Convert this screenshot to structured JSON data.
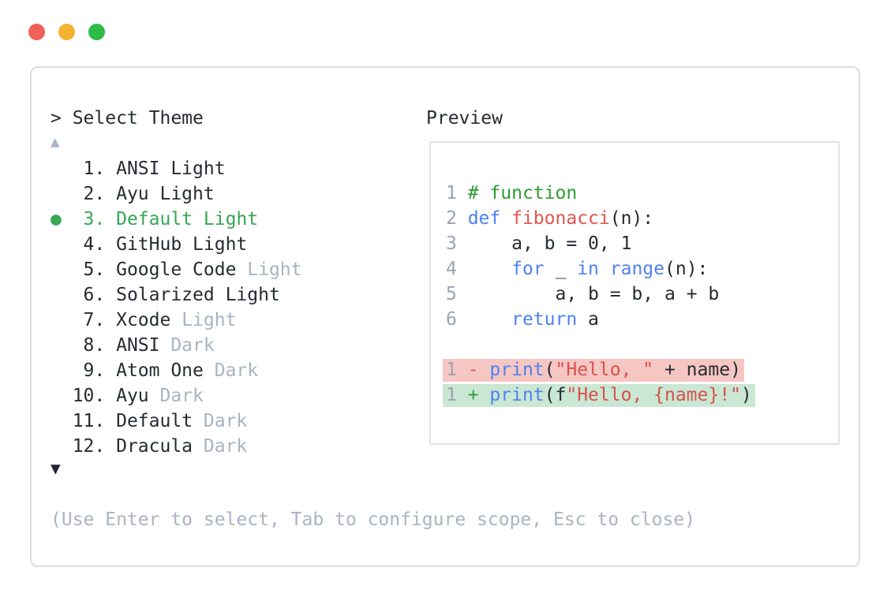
{
  "window": {
    "traffic_lights": [
      {
        "name": "close-button",
        "color_key": "light_red"
      },
      {
        "name": "minimize-button",
        "color_key": "light_yellow"
      },
      {
        "name": "zoom-button",
        "color_key": "light_green"
      }
    ]
  },
  "theme_picker": {
    "prompt": "> Select Theme",
    "scroll_up_indicator": "▲",
    "scroll_down_indicator": "▼",
    "selected_bullet": "●",
    "items": [
      {
        "number": " 1",
        "selected": false,
        "parts": [
          {
            "text": "ANSI Light",
            "dim": false
          }
        ]
      },
      {
        "number": " 2",
        "selected": false,
        "parts": [
          {
            "text": "Ayu Light",
            "dim": false
          }
        ]
      },
      {
        "number": " 3",
        "selected": true,
        "parts": [
          {
            "text": "Default Light",
            "dim": false
          }
        ]
      },
      {
        "number": " 4",
        "selected": false,
        "parts": [
          {
            "text": "GitHub Light",
            "dim": false
          }
        ]
      },
      {
        "number": " 5",
        "selected": false,
        "parts": [
          {
            "text": "Google Code",
            "dim": false
          },
          {
            "text": " Light",
            "dim": true
          }
        ]
      },
      {
        "number": " 6",
        "selected": false,
        "parts": [
          {
            "text": "Solarized Light",
            "dim": false
          }
        ]
      },
      {
        "number": " 7",
        "selected": false,
        "parts": [
          {
            "text": "Xcode",
            "dim": false
          },
          {
            "text": " Light",
            "dim": true
          }
        ]
      },
      {
        "number": " 8",
        "selected": false,
        "parts": [
          {
            "text": "ANSI",
            "dim": false
          },
          {
            "text": " Dark",
            "dim": true
          }
        ]
      },
      {
        "number": " 9",
        "selected": false,
        "parts": [
          {
            "text": "Atom One",
            "dim": false
          },
          {
            "text": " Dark",
            "dim": true
          }
        ]
      },
      {
        "number": "10",
        "selected": false,
        "parts": [
          {
            "text": "Ayu",
            "dim": false
          },
          {
            "text": " Dark",
            "dim": true
          }
        ]
      },
      {
        "number": "11",
        "selected": false,
        "parts": [
          {
            "text": "Default",
            "dim": false
          },
          {
            "text": " Dark",
            "dim": true
          }
        ]
      },
      {
        "number": "12",
        "selected": false,
        "parts": [
          {
            "text": "Dracula",
            "dim": false
          },
          {
            "text": " Dark",
            "dim": true
          }
        ]
      }
    ],
    "footer_hint": "(Use Enter to select, Tab to configure scope, Esc to close)"
  },
  "preview": {
    "label": "Preview",
    "code_lines": [
      {
        "line_no": "1",
        "tokens": [
          [
            "# function",
            "comment"
          ]
        ]
      },
      {
        "line_no": "2",
        "tokens": [
          [
            "def",
            "keyword"
          ],
          [
            " ",
            "plain"
          ],
          [
            "fibonacci",
            "function"
          ],
          [
            "(n):",
            "plain"
          ]
        ]
      },
      {
        "line_no": "3",
        "tokens": [
          [
            "    a, b = 0, 1",
            "plain"
          ]
        ]
      },
      {
        "line_no": "4",
        "tokens": [
          [
            "    ",
            "plain"
          ],
          [
            "for",
            "keyword"
          ],
          [
            " _ ",
            "plain"
          ],
          [
            "in",
            "keyword"
          ],
          [
            " ",
            "plain"
          ],
          [
            "range",
            "keyword"
          ],
          [
            "(n):",
            "plain"
          ]
        ]
      },
      {
        "line_no": "5",
        "tokens": [
          [
            "        a, b = b, a + b",
            "plain"
          ]
        ]
      },
      {
        "line_no": "6",
        "tokens": [
          [
            "    ",
            "plain"
          ],
          [
            "return",
            "keyword"
          ],
          [
            " a",
            "plain"
          ]
        ]
      }
    ],
    "diff_lines": [
      {
        "line_no": "1",
        "sign": "-",
        "sign_style": "minus",
        "bg": "del",
        "tokens": [
          [
            "print",
            "keyword"
          ],
          [
            "(",
            "plain"
          ],
          [
            "\"Hello, \"",
            "string"
          ],
          [
            " + name)",
            "plain"
          ]
        ]
      },
      {
        "line_no": "1",
        "sign": "+",
        "sign_style": "plus",
        "bg": "add",
        "tokens": [
          [
            "print",
            "keyword"
          ],
          [
            "(f",
            "plain"
          ],
          [
            "\"Hello, {name}!\"",
            "string"
          ],
          [
            ")",
            "plain"
          ]
        ]
      }
    ]
  },
  "colors": {
    "text": "#262b33",
    "dim": "#a9b3c2",
    "line_number": "#9aa3b1",
    "keyword": "#4d82ef",
    "function_name": "#e0564e",
    "string": "#d9504d",
    "comment": "#2b9d32",
    "selected": "#35a853",
    "diff_minus": "#e05252",
    "diff_plus": "#2f9e44",
    "diff_del_bg": "#f6c6c3",
    "diff_add_bg": "#c9e7d3",
    "panel_border": "#d9dee5",
    "preview_border": "#dfe3e9",
    "scroll_up": "#a9b4c4",
    "scroll_down": "#22262c",
    "light_red": "#f1605a",
    "light_yellow": "#f3b331",
    "light_green": "#2abc47"
  }
}
